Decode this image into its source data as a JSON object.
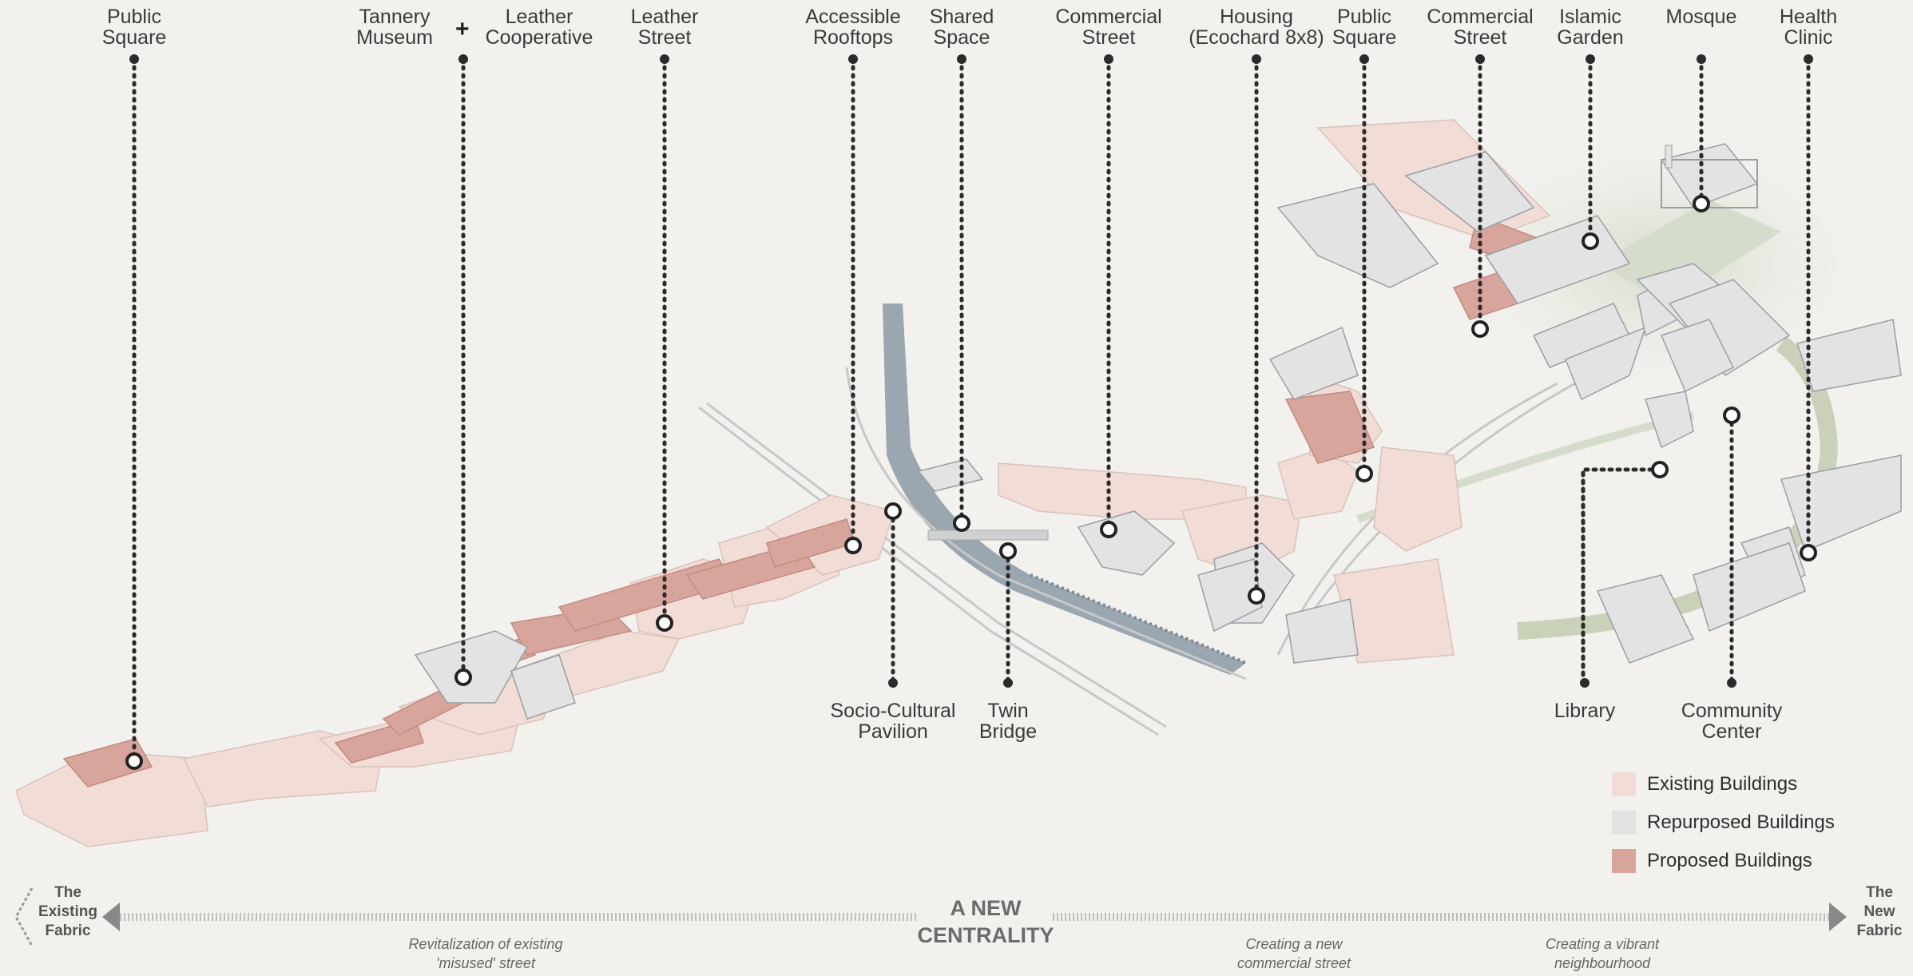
{
  "callouts_top": [
    {
      "id": "public-square-1",
      "label": "Public\nSquare"
    },
    {
      "id": "tannery-museum",
      "label": "Tannery\nMuseum"
    },
    {
      "id": "leather-cooperative",
      "label": "Leather\nCooperative"
    },
    {
      "id": "leather-street",
      "label": "Leather\nStreet"
    },
    {
      "id": "accessible-rooftops",
      "label": "Accessible\nRooftops"
    },
    {
      "id": "shared-space",
      "label": "Shared\nSpace"
    },
    {
      "id": "commercial-street-1",
      "label": "Commercial\nStreet"
    },
    {
      "id": "housing",
      "label": "Housing\n(Ecochard 8x8)"
    },
    {
      "id": "public-square-2",
      "label": "Public\nSquare"
    },
    {
      "id": "commercial-street-2",
      "label": "Commercial\nStreet"
    },
    {
      "id": "islamic-garden",
      "label": "Islamic\nGarden"
    },
    {
      "id": "mosque",
      "label": "Mosque"
    },
    {
      "id": "health-clinic",
      "label": "Health\nClinic"
    }
  ],
  "callouts_bottom": [
    {
      "id": "socio-cultural-pavilion",
      "label": "Socio-Cultural\nPavilion"
    },
    {
      "id": "twin-bridge",
      "label": "Twin\nBridge"
    },
    {
      "id": "library",
      "label": "Library"
    },
    {
      "id": "community-center",
      "label": "Community\nCenter"
    }
  ],
  "plus_symbol": "+",
  "legend": [
    {
      "label": "Existing Buildings",
      "color": "#f2dcd6"
    },
    {
      "label": "Repurposed Buildings",
      "color": "#e3e3e3"
    },
    {
      "label": "Proposed Buildings",
      "color": "#d8a59c"
    }
  ],
  "timeline": {
    "left_end": "The\nExisting\nFabric",
    "right_end": "The\nNew\nFabric",
    "center_title": "A NEW\nCENTRALITY",
    "notes": [
      "Revitalization of existing\n'misused' street",
      "Creating a new\ncommercial street",
      "Creating a vibrant\nneighbourhood"
    ]
  },
  "colors": {
    "existing": "#f2dcd6",
    "repurposed": "#e3e3e3",
    "proposed": "#d8a59c",
    "river": "#9aa6b0",
    "green": "#c9d1b9",
    "line": "#2b2b2b"
  }
}
